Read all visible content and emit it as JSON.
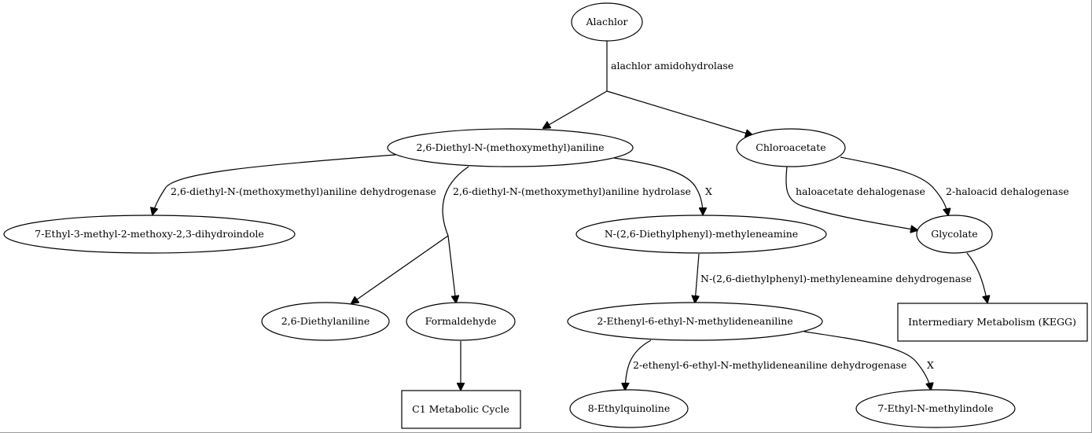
{
  "nodes": {
    "alachlor": "Alachlor",
    "diethyl_methoxymethyl_aniline": "2,6-Diethyl-N-(methoxymethyl)aniline",
    "chloroacetate": "Chloroacetate",
    "ethyl_methyl_methoxy_dihydroindole": "7-Ethyl-3-methyl-2-methoxy-2,3-dihydroindole",
    "diethylphenyl_methyleneamine": "N-(2,6-Diethylphenyl)-methyleneamine",
    "glycolate": "Glycolate",
    "diethylaniline": "2,6-Diethylaniline",
    "formaldehyde": "Formaldehyde",
    "ethenyl_ethyl_methylideneaniline": "2-Ethenyl-6-ethyl-N-methylideneaniline",
    "intermediary_metabolism": "Intermediary Metabolism (KEGG)",
    "c1_metabolic_cycle": "C1 Metabolic Cycle",
    "ethylquinoline": "8-Ethylquinoline",
    "ethyl_methylindole": "7-Ethyl-N-methylindole"
  },
  "edges": {
    "alachlor_amidohydrolase": "alachlor amidohydrolase",
    "aniline_dehydrogenase": "2,6-diethyl-N-(methoxymethyl)aniline dehydrogenase",
    "aniline_hydrolase": "2,6-diethyl-N-(methoxymethyl)aniline hydrolase",
    "x_to_methyleneamine": "X",
    "haloacetate_dehalogenase": "haloacetate dehalogenase",
    "haloacid_dehalogenase": "2-haloacid dehalogenase",
    "methyleneamine_dehydrogenase": "N-(2,6-diethylphenyl)-methyleneamine dehydrogenase",
    "methylideneaniline_dehydrogenase": "2-ethenyl-6-ethyl-N-methylideneaniline dehydrogenase",
    "x_to_methylindole": "X"
  }
}
